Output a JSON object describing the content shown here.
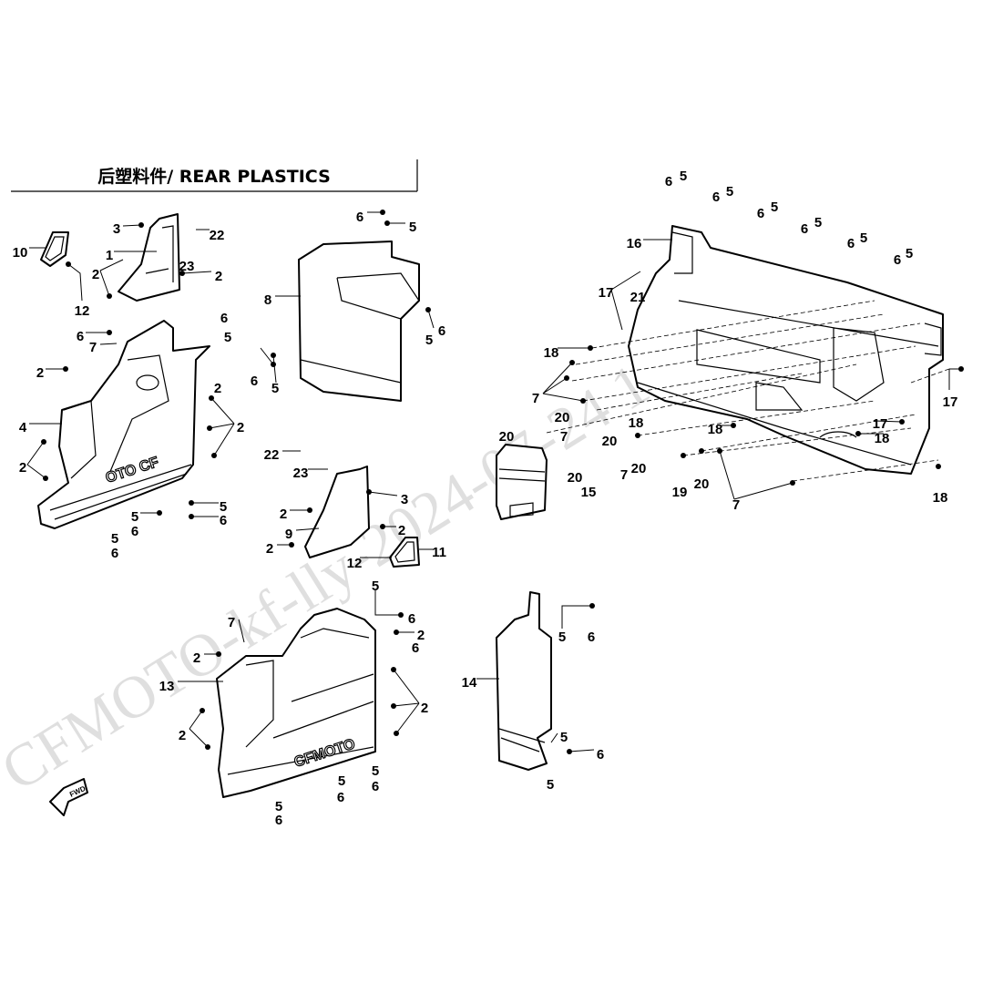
{
  "title": "后塑料件/ REAR PLASTICS",
  "watermark": "CFMOTO-kf-lly-2024-07-24 16:35:38",
  "fwd_label": "FWD",
  "part_logos": [
    "CFMOTO",
    "OTO CF"
  ],
  "callouts": [
    "3",
    "22",
    "10",
    "1",
    "23",
    "2",
    "2",
    "12",
    "6",
    "6",
    "5",
    "7",
    "2",
    "2",
    "4",
    "2",
    "2",
    "5",
    "5",
    "6",
    "6",
    "5",
    "6",
    "6",
    "5",
    "8",
    "6",
    "5",
    "6",
    "5",
    "22",
    "23",
    "3",
    "2",
    "9",
    "2",
    "2",
    "12",
    "11",
    "5",
    "6",
    "7",
    "2",
    "6",
    "2",
    "13",
    "2",
    "2",
    "5",
    "5",
    "6",
    "6",
    "5",
    "6",
    "14",
    "5",
    "6",
    "5",
    "6",
    "5",
    "6",
    "5",
    "6",
    "5",
    "6",
    "5",
    "6",
    "5",
    "6",
    "5",
    "6",
    "5",
    "16",
    "17",
    "21",
    "18",
    "7",
    "20",
    "18",
    "20",
    "7",
    "18",
    "17",
    "18",
    "17",
    "20",
    "7",
    "20",
    "20",
    "15",
    "19",
    "20",
    "7",
    "18"
  ]
}
